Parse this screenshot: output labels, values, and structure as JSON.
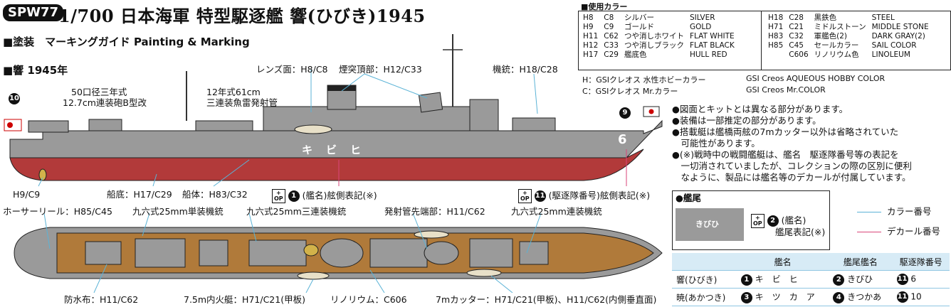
{
  "header": {
    "badge": "SPW77",
    "title": "1/700 日本海軍 特型駆逐艦 響(ひびき)1945",
    "subtitle": "■塗装　マーキングガイド Painting & Marking",
    "section_label": "■響 1945年"
  },
  "paint_table": {
    "heading": "■使用カラー",
    "left": [
      [
        "H8",
        "C8",
        "シルバー",
        "SILVER"
      ],
      [
        "H9",
        "C9",
        "ゴールド",
        "GOLD"
      ],
      [
        "H11",
        "C62",
        "つや消しホワイト",
        "FLAT WHITE"
      ],
      [
        "H12",
        "C33",
        "つや消しブラック",
        "FLAT BLACK"
      ],
      [
        "H17",
        "C29",
        "艦底色",
        "HULL RED"
      ]
    ],
    "right": [
      [
        "H18",
        "C28",
        "黒鉄色",
        "STEEL"
      ],
      [
        "H71",
        "C21",
        "ミドルストーン",
        "MIDDLE STONE"
      ],
      [
        "H83",
        "C32",
        "軍艦色(2)",
        "DARK GRAY(2)"
      ],
      [
        "H85",
        "C45",
        "セールカラー",
        "SAIL COLOR"
      ],
      [
        "",
        "C606",
        "リノリウム色",
        "LINOLEUM"
      ]
    ],
    "footnote_h_ja": "H：GSIクレオス 水性ホビーカラー",
    "footnote_c_ja": "C：GSIクレオス Mr.カラー",
    "footnote_h_en": "GSI Creos AQUEOUS HOBBY COLOR",
    "footnote_c_en": "GSI Creos Mr.COLOR"
  },
  "notes": [
    "●図面とキットとは異なる部分があります。",
    "●装備は一部推定の部分があります。",
    "●搭載艇は艦橋両舷の7mカッター以外は省略されていた",
    "　可能性があります。",
    "●(※)戦時中の戦闘艦艇は、艦名　駆逐隊番号等の表記を",
    "　一切消されていましたが、コレクションの際の区別に便利",
    "　なように、製品には艦名等のデカールが付属しています。"
  ],
  "side_labels": {
    "lens": "レンズ面：H8/C8",
    "funnel": "煙突頂部：H12/C33",
    "mg": "機銃：H18/C28",
    "gun1": "50口径三年式",
    "gun2": "12.7cm連装砲B型改",
    "torp1": "12年式61cm",
    "torp2": "三連装魚雷発射管",
    "prop": "H9/C9",
    "bottom": "船底：H17/C29",
    "hull": "船体：H83/C32",
    "decal1": "(艦名)舷側表記(※)",
    "decal11": "(駆逐隊番号)舷側表記(※)",
    "hull_name": "キ　ビ　ヒ",
    "hull_number": "6",
    "marker_9": "9",
    "marker_10": "10",
    "marker_1": "1",
    "marker_11": "11"
  },
  "top_labels": {
    "reel": "ホーサーリール：H85/C45",
    "single_mg": "九六式25mm単装機銃",
    "triple_mg": "九六式25mm三連装機銃",
    "tube_tip": "発射管先端部：H11/C62",
    "twin_mg": "九六式25mm連装機銃",
    "tarp": "防水布：H11/C62",
    "launch": "7.5m内火艇：H71/C21(甲板)",
    "linoleum": "リノリウム：C606",
    "cutter": "7mカッター：H71/C21(甲板)、H11/C62(内側垂直面)"
  },
  "stern": {
    "heading": "●艦尾",
    "stern_text": "きびひ",
    "marker": "2",
    "label1": "(艦名)",
    "label2": "艦尾表記(※)"
  },
  "legend": {
    "color_label": "カラー番号",
    "decal_label": "デカール番号",
    "color_line": "#5bb3d6",
    "decal_line": "#d9467a"
  },
  "decal_table": {
    "headers": [
      "",
      "艦名",
      "艦尾艦名",
      "駆逐隊番号"
    ],
    "rows": [
      {
        "ship": "響(ひびき)",
        "n1": "1",
        "name": "キ　ビ　ヒ",
        "n2": "2",
        "stern": "きびひ",
        "n3": "11",
        "num": "6"
      },
      {
        "ship": "暁(あかつき)",
        "n1": "3",
        "name": "キ　ツ　カ　ア",
        "n2": "4",
        "stern": "きつかあ",
        "n3": "11",
        "num": "10"
      }
    ]
  },
  "colors": {
    "hull_gray": "#9a9a9a",
    "hull_red": "#b23a3a",
    "deck_linoleum": "#b07a3a",
    "leader_blue": "#5bb3d6",
    "leader_pink": "#d9467a"
  }
}
